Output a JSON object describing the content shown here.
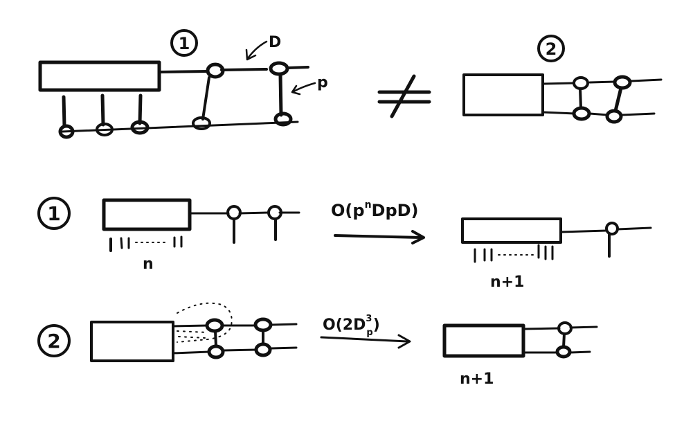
{
  "diagram": {
    "top_row": {
      "left_label": "1",
      "right_label": "2",
      "relation": "≠",
      "annotation_d": "D",
      "annotation_p": "p"
    },
    "row1": {
      "label": "1",
      "input_legs": "n",
      "cost": "O(p",
      "cost_sup": "n",
      "cost_tail": "DpD)",
      "output_legs": "n+1"
    },
    "row2": {
      "label": "2",
      "cost": "O(2D",
      "cost_sup": "3",
      "cost_sub": "p",
      "cost_tail": ")",
      "output_legs": "n+1"
    }
  }
}
